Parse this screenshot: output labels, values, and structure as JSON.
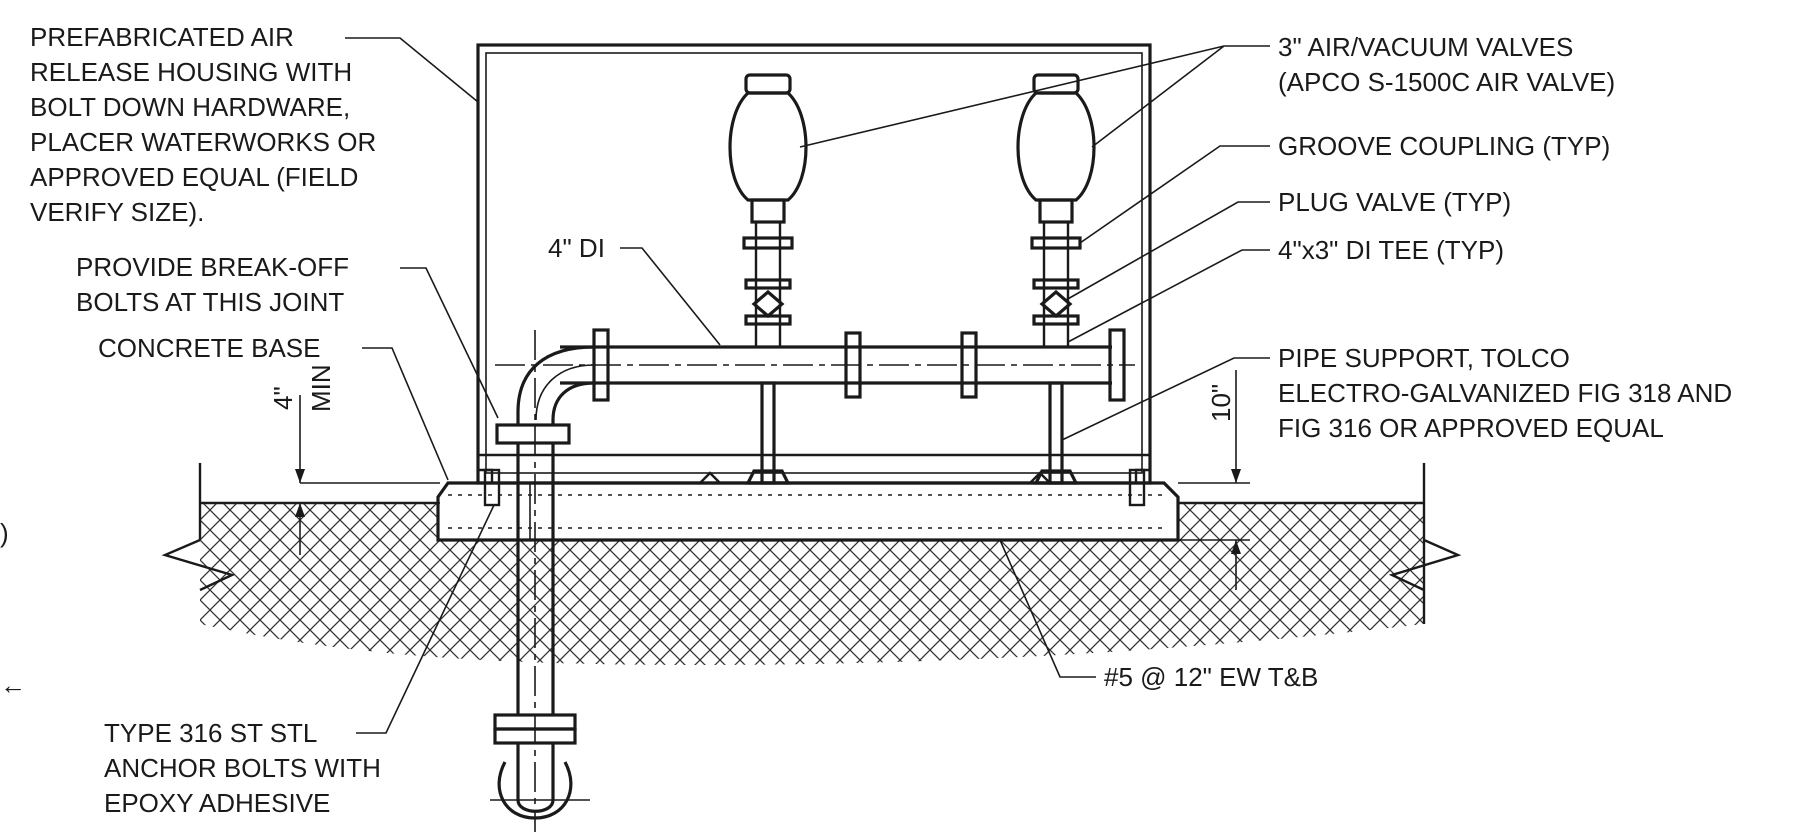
{
  "callouts": {
    "housing": [
      "PREFABRICATED AIR",
      "RELEASE HOUSING WITH",
      "BOLT DOWN HARDWARE,",
      "PLACER WATERWORKS OR",
      "APPROVED EQUAL (FIELD",
      "VERIFY SIZE)."
    ],
    "breakoff": [
      "PROVIDE BREAK-OFF",
      "BOLTS AT THIS JOINT"
    ],
    "concrete_base": "CONCRETE BASE",
    "pipe_4di": "4\" DI",
    "min_4": "4\"",
    "min_word": "MIN",
    "air_valves": [
      "3\" AIR/VACUUM VALVES",
      "(APCO S-1500C AIR VALVE)"
    ],
    "groove_coupling": "GROOVE COUPLING (TYP)",
    "plug_valve": "PLUG VALVE (TYP)",
    "tee": "4\"x3\" DI TEE (TYP)",
    "pipe_support": [
      "PIPE SUPPORT, TOLCO",
      "ELECTRO-GALVANIZED FIG 318 AND",
      "FIG 316 OR APPROVED EQUAL"
    ],
    "ten_inch": "10\"",
    "rebar": "#5 @ 12\" EW T&B",
    "anchor_bolts": [
      "TYPE 316 ST STL",
      "ANCHOR BOLTS WITH",
      "EPOXY ADHESIVE"
    ],
    "edge_fragment_1": ")",
    "edge_fragment_2": "←"
  }
}
